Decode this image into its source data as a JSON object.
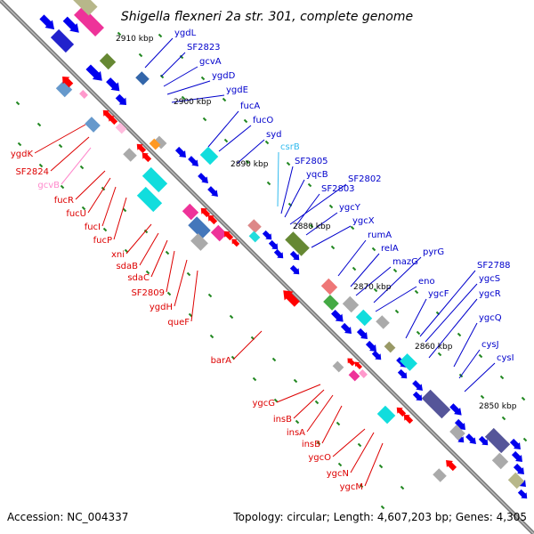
{
  "title": "Shigella flexneri 2a str. 301, complete genome",
  "footer": {
    "accession": "Accession: NC_004337",
    "summary": "Topology: circular; Length: 4,607,203 bp; Genes: 4,305"
  },
  "scale_labels": [
    "2910 kbp",
    "2900 kbp",
    "2890 kbp",
    "2880 kbp",
    "2870 kbp",
    "2860 kbp",
    "2850 kbp"
  ],
  "genes_forward": [
    "ygdL",
    "SF2823",
    "gcvA",
    "ygdD",
    "ygdE",
    "fucA",
    "fucO",
    "syd",
    "csrB",
    "SF2805",
    "yqcB",
    "SF2802",
    "SF2803",
    "ygcY",
    "ygcX",
    "rumA",
    "relA",
    "mazG",
    "pyrG",
    "eno",
    "ygcF",
    "SF2788",
    "ygcS",
    "ygcR",
    "ygcQ",
    "cysJ",
    "cysI"
  ],
  "genes_reverse": [
    "ygdK",
    "SF2824",
    "gcvB",
    "fucR",
    "fucU",
    "fucI",
    "fucP",
    "xni",
    "sdaB",
    "sdaC",
    "SF2809",
    "ygdH",
    "queF",
    "barA",
    "ygcG",
    "insB",
    "insA",
    "insB",
    "ygcO",
    "ygcN",
    "ygcM"
  ],
  "colors": {
    "backbone": "#808080",
    "forward_label": "#0000cc",
    "reverse_label": "#dd0000",
    "rna_forward_label": "#33bbee",
    "rna_reverse_label": "#ff88cc",
    "cds": "#0000ee",
    "cds_reverse": "#ff0000",
    "tick": "#228822"
  }
}
